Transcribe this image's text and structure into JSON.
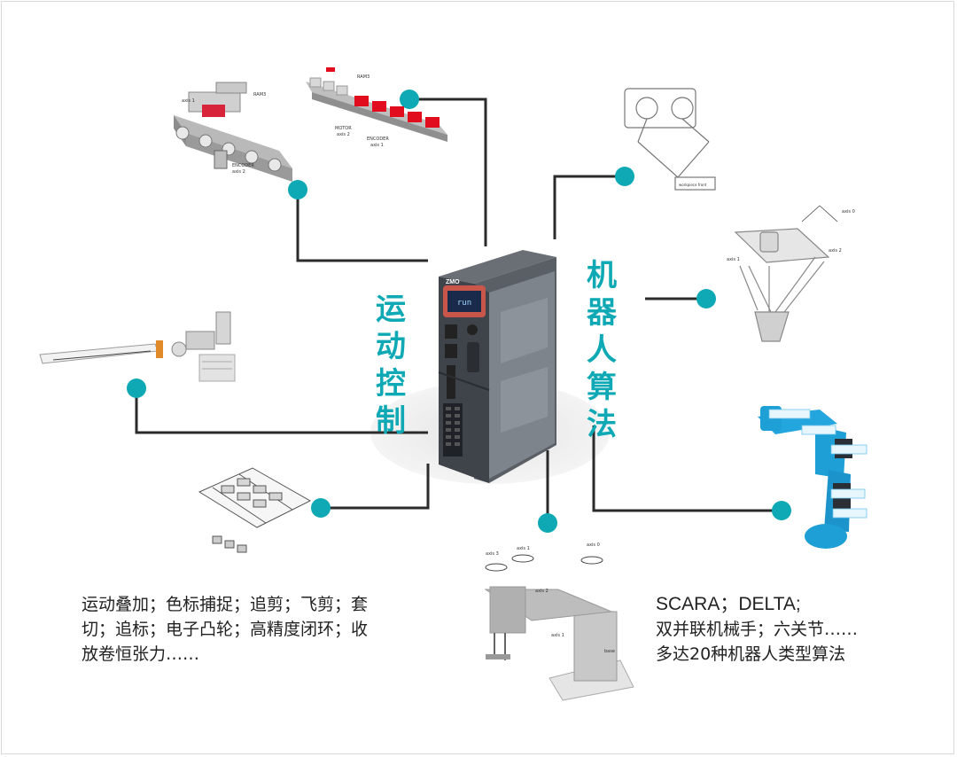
{
  "labels": {
    "motion_control": "运动控制",
    "robot_algorithm": "机器人算法"
  },
  "controller": {
    "brand": "ZMO",
    "screen_text": "run"
  },
  "descriptions": {
    "motion_lines": [
      "运动叠加；色标捕捉；追剪；飞剪；套",
      "切；追标；电子凸轮；高精度闭环；收",
      "放卷恒张力……"
    ],
    "robot_lines": [
      "SCARA；DELTA;",
      "双并联机械手；六关节……",
      "多达20种机器人类型算法"
    ]
  },
  "callouts": {
    "conveyor_a": [
      "RAM3",
      "axis 1",
      "ENCODER",
      "axis 2"
    ],
    "conveyor_b": [
      "RAM3",
      "MOTOR",
      "axis 2",
      "ENCODER",
      "axis 1"
    ],
    "scara": [
      "axis 3",
      "axis 1",
      "axis 0",
      "axis 2",
      "axis 1",
      "base"
    ],
    "parallel_robot": [
      "workpiece front"
    ],
    "delta": [
      "axis 0",
      "axis 1",
      "axis 2"
    ]
  },
  "colors": {
    "accent": "#0ea9b5",
    "connector": "#2b2b2b",
    "controller_body": "#4a4f55",
    "controller_trim": "#c9564a",
    "robot_arm": "#1e9fd6"
  }
}
